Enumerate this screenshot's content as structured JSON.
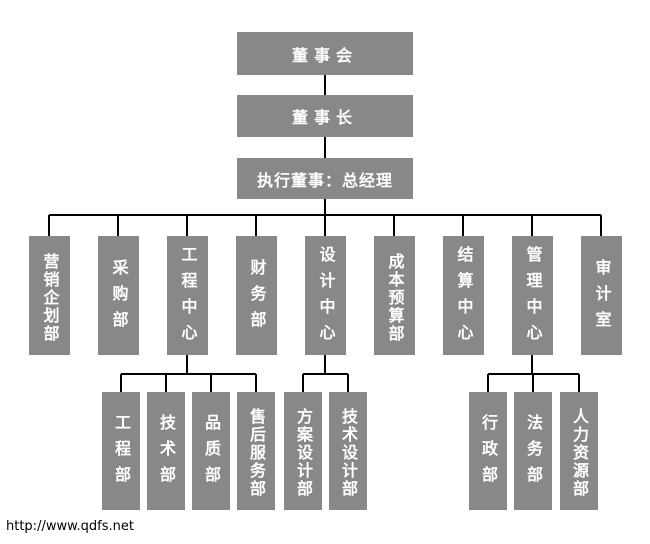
{
  "top": {
    "board": "董事会",
    "chairman": "董事长",
    "executive": "执行董事：总经理"
  },
  "departments": [
    "营销企划部",
    "采购部",
    "工程中心",
    "财务部",
    "设计中心",
    "成本预算部",
    "结算中心",
    "管理中心",
    "审计室"
  ],
  "engineering_sub": [
    "工程部",
    "技术部",
    "品质部",
    "售后服务部"
  ],
  "design_sub": [
    "方案设计部",
    "技术设计部"
  ],
  "management_sub": [
    "行政部",
    "法务部",
    "人力资源部"
  ],
  "footer": {
    "url": "http://www.qdfs.net"
  }
}
